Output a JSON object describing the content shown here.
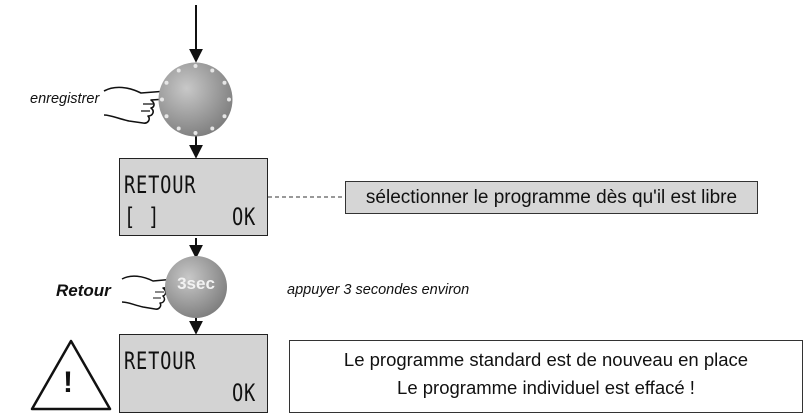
{
  "steps": {
    "save_label": "enregistrer",
    "back_label": "Retour",
    "press_hint": "appuyer 3 secondes environ",
    "timer_badge": "3sec"
  },
  "lcd_select": {
    "line1": "RETOUR",
    "line2_left": "[ ]",
    "line2_right": "OK"
  },
  "lcd_confirm": {
    "line1": "RETOUR",
    "line2_right": "OK"
  },
  "notes": {
    "select_note": "sélectionner le programme dès qu'il est libre",
    "result_line1": "Le programme standard est de nouveau en place",
    "result_line2": "Le programme individuel est effacé !"
  },
  "warning": {
    "symbol": "!"
  },
  "icons": [
    "selector-knob-icon",
    "pointing-hand-icon",
    "warning-triangle-icon",
    "arrow-down-icon"
  ],
  "colors": {
    "knob": "#9a9a9a",
    "lcd": "#d3d3d3",
    "note_box": "#d6d6d6"
  }
}
